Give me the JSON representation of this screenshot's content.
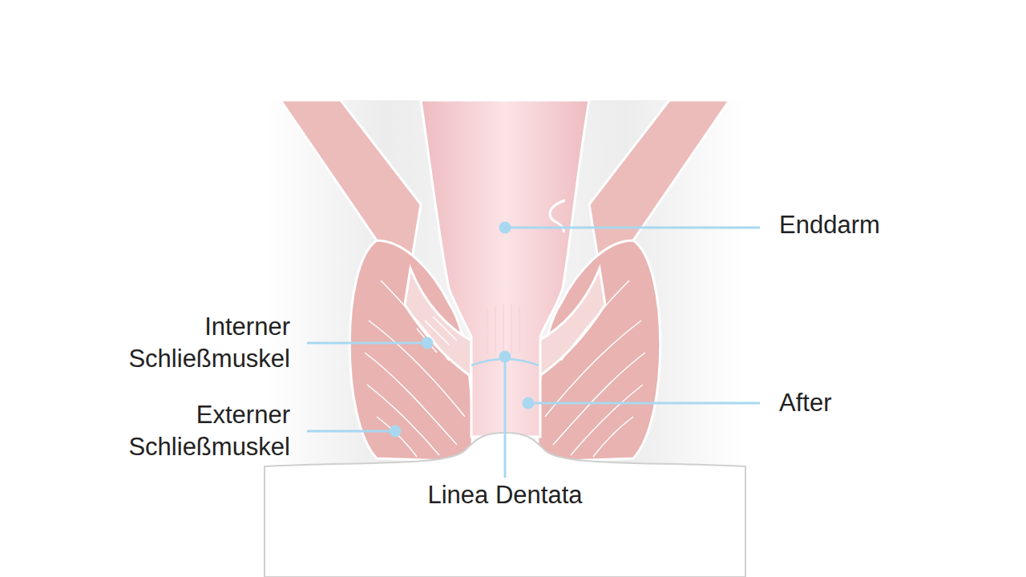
{
  "diagram": {
    "labels": [
      "Enddarm",
      "Interner Schließmuskel",
      "Externer Schließmuskel",
      "After",
      "Linea Dentata"
    ]
  }
}
